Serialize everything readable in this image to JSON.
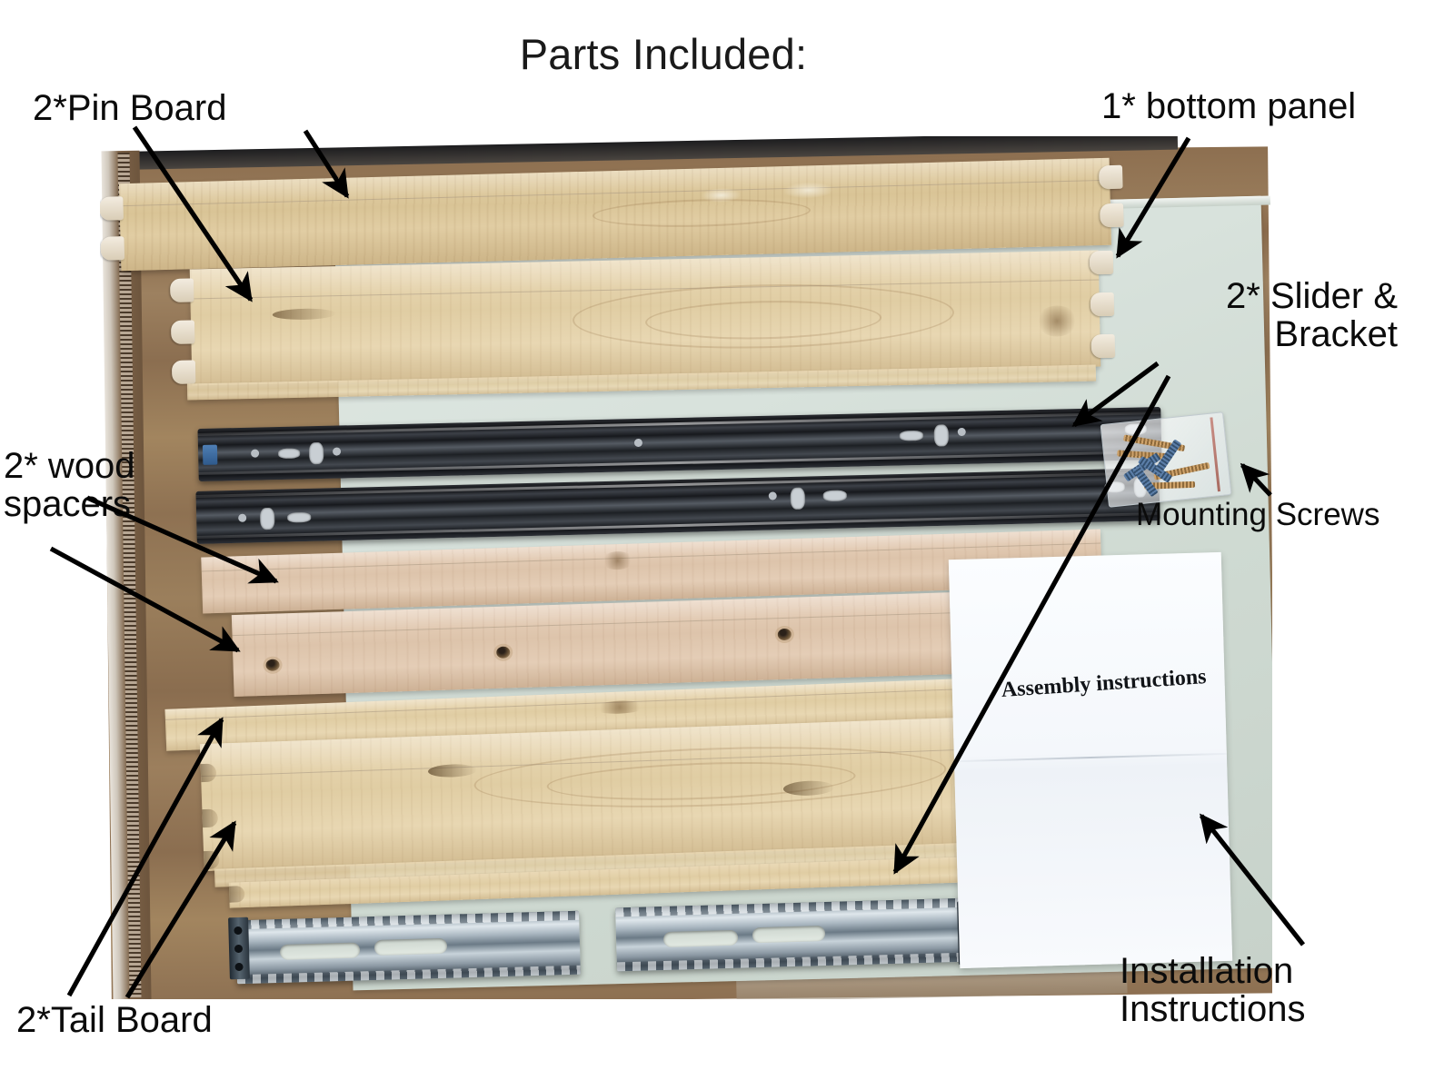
{
  "title": "Parts Included:",
  "labels": {
    "pin_board": "2*Pin Board",
    "bottom_panel": "1* bottom panel",
    "slider_bracket": "2* Slider &\nBracket",
    "mounting_screws": "Mounting Screws",
    "wood_spacers": "2* wood\nspacers",
    "tail_board": "2*Tail Board",
    "installation_instructions": "Installation\nInstructions"
  },
  "sheet": {
    "printed_text": "Assembly instructions"
  },
  "colors": {
    "bottom_panel": "#d8e2dc",
    "cardboard": "#8d6f50",
    "wood": "#e0cda3",
    "wood_spacer": "#ddc4ab",
    "rail_metal": "#1d2024",
    "bracket_chrome": "#c8d3da",
    "arrow": "#000000",
    "text": "#0b0b0b",
    "background": "#ffffff"
  },
  "parts_list": [
    {
      "name": "Pin Board",
      "qty": 2
    },
    {
      "name": "bottom panel",
      "qty": 1
    },
    {
      "name": "Slider & Bracket",
      "qty": 2
    },
    {
      "name": "wood spacers",
      "qty": 2
    },
    {
      "name": "Tail Board",
      "qty": 2
    },
    {
      "name": "Mounting Screws",
      "qty": 1
    },
    {
      "name": "Installation Instructions",
      "qty": 1
    }
  ]
}
